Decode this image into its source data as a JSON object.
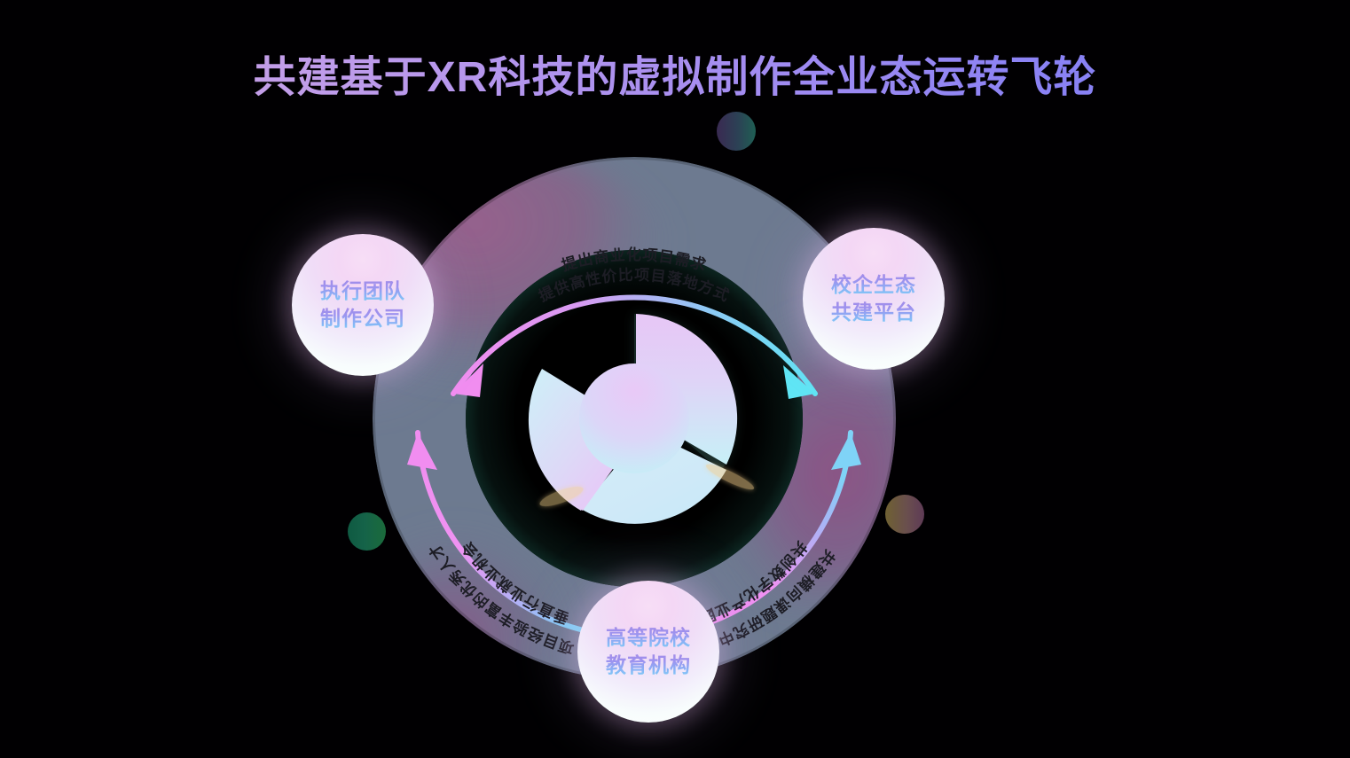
{
  "page": {
    "title": "共建基于XR科技的虚拟制作全业态运转飞轮",
    "background_color": "#000000"
  },
  "theme": {
    "title_gradient_start": "#c49fe8",
    "title_gradient_end": "#7b7cf5",
    "ring_purple": "#8d5c83",
    "ring_slate": "#6d7a90",
    "arrow_pink": "#f08cf0",
    "arrow_cyan": "#6fe6f2",
    "node_text_top": "#a58ae6",
    "node_text_bottom": "#7ed8f7",
    "arc_label_color": "#1d1d25"
  },
  "nodes": [
    {
      "id": "exec-team",
      "name": "执行团队制作公司",
      "lines": [
        "执行团队",
        "制作公司"
      ],
      "position": "left"
    },
    {
      "id": "school-enterprise-platform",
      "name": "校企生态共建平台",
      "lines": [
        "校企生态",
        "共建平台"
      ],
      "position": "right"
    },
    {
      "id": "higher-education",
      "name": "高等院校教育机构",
      "lines": [
        "高等院校",
        "教育机构"
      ],
      "position": "bottom"
    }
  ],
  "arcs": [
    {
      "id": "arc-top",
      "from": "exec-team",
      "to": "school-enterprise-platform",
      "outer_label": "提出商业化项目需求",
      "inner_label": "提供高性价比项目落地方式",
      "arrow_head_left": "pink",
      "arrow_head_right": "cyan"
    },
    {
      "id": "arc-bottom-left",
      "from": "higher-education",
      "to": "exec-team",
      "outer_label": "项目经验丰富的优秀人才",
      "inner_label": "垂直行业就业机会",
      "arrow_head_left": "pink",
      "arrow_head_right": "cyan"
    },
    {
      "id": "arc-bottom-right",
      "from": "school-enterprise-platform",
      "to": "higher-education",
      "outer_label": "共建横向课题研究中心",
      "inner_label": "共创数字化产业园",
      "arrow_head_left": "pink",
      "arrow_head_right": "cyan"
    }
  ],
  "center_graphic": {
    "name": "three-blade-flywheel",
    "blades": 3,
    "hub": "circle"
  },
  "decorations": [
    {
      "id": "dot-top",
      "name": "decorative-dot-teal-purple"
    },
    {
      "id": "dot-left",
      "name": "decorative-dot-green"
    },
    {
      "id": "dot-right",
      "name": "decorative-dot-olive-purple"
    }
  ]
}
